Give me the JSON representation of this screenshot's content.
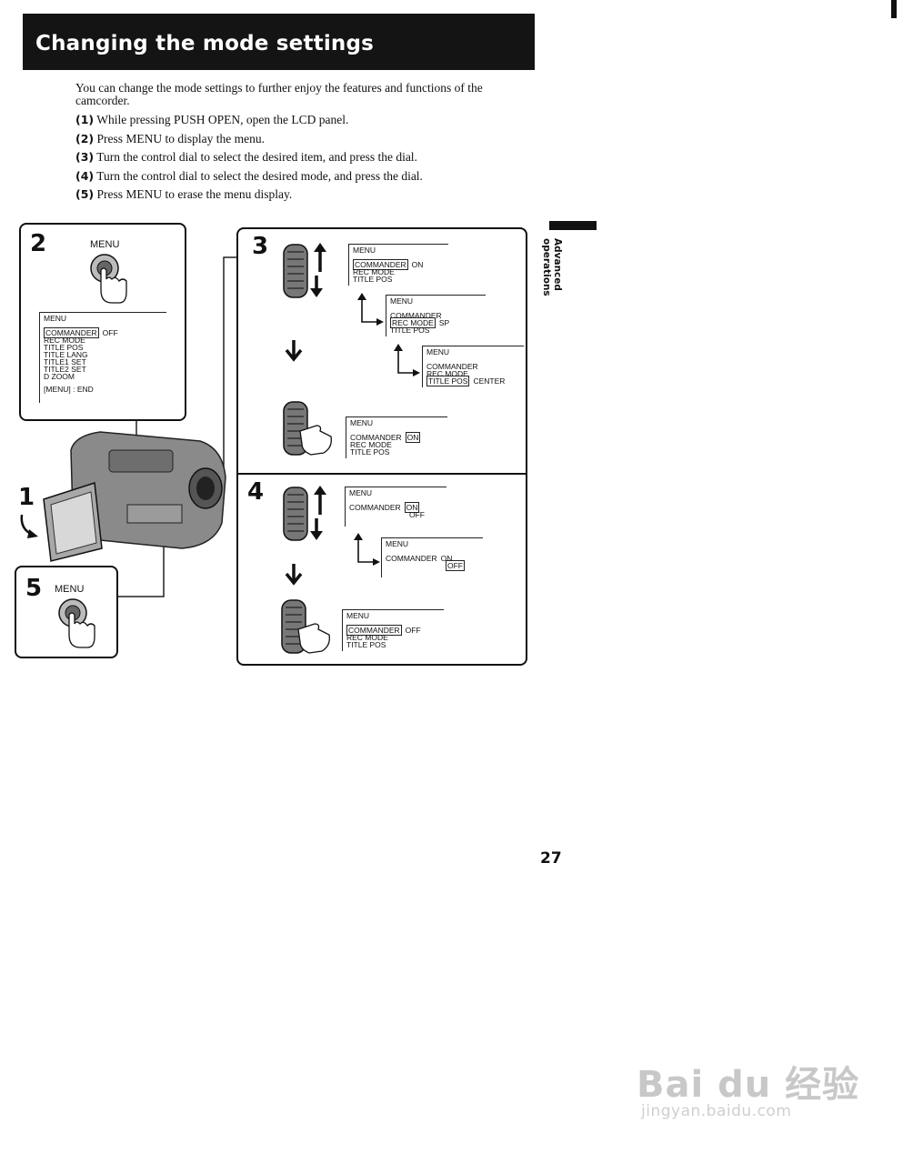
{
  "page": {
    "title": "Changing the mode settings",
    "intro": "You can change the mode settings to further enjoy the features and functions of the camcorder.",
    "steps": [
      {
        "num": "(1)",
        "text": "While pressing PUSH OPEN, open the LCD panel."
      },
      {
        "num": "(2)",
        "text": "Press MENU to display the menu."
      },
      {
        "num": "(3)",
        "text": "Turn the control dial to select the desired item, and press the dial."
      },
      {
        "num": "(4)",
        "text": "Turn the control dial to select the desired mode, and press the dial."
      },
      {
        "num": "(5)",
        "text": "Press MENU to erase the menu display."
      }
    ],
    "side_label": "Advanced operations",
    "page_number": "27"
  },
  "figure": {
    "panel_numbers": [
      "1",
      "2",
      "3",
      "4",
      "5"
    ],
    "menu_button_label": "MENU",
    "panel2_menu": {
      "header": "MENU",
      "items": [
        "COMMANDER",
        "REC MODE",
        "TITLE POS",
        "TITLE LANG",
        "TITLE1 SET",
        "TITLE2 SET",
        "D ZOOM"
      ],
      "commander_value": "OFF",
      "footer": "[MENU] : END"
    },
    "panel3_menus": [
      {
        "header": "MENU",
        "items": [
          "COMMANDER",
          "REC MODE",
          "TITLE POS"
        ],
        "value": "ON"
      },
      {
        "header": "MENU",
        "items": [
          "COMMANDER",
          "REC MODE",
          "TITLE POS"
        ],
        "value": "SP"
      },
      {
        "header": "MENU",
        "items": [
          "COMMANDER",
          "REC MODE",
          "TITLE POS"
        ],
        "value": "CENTER"
      },
      {
        "header": "MENU",
        "items": [
          "COMMANDER",
          "REC MODE",
          "TITLE POS"
        ],
        "value": "ON"
      }
    ],
    "panel4_menus": [
      {
        "header": "MENU",
        "item": "COMMANDER",
        "values": [
          "ON",
          "OFF"
        ]
      },
      {
        "header": "MENU",
        "item": "COMMANDER",
        "values": [
          "ON",
          "OFF"
        ]
      },
      {
        "header": "MENU",
        "items": [
          "COMMANDER",
          "REC MODE",
          "TITLE POS"
        ],
        "value": "OFF"
      }
    ]
  },
  "watermark": {
    "brand": "Bai du 经验",
    "url": "jingyan.baidu.com"
  }
}
